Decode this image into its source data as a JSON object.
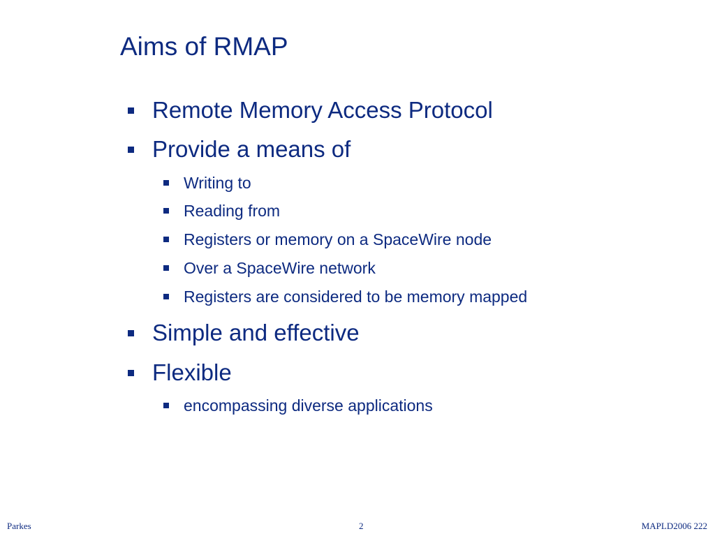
{
  "slide": {
    "title": "Aims of RMAP",
    "bullets": [
      {
        "level": 1,
        "text": "Remote Memory Access Protocol"
      },
      {
        "level": 1,
        "text": "Provide a means of"
      },
      {
        "level": 2,
        "text": "Writing to"
      },
      {
        "level": 2,
        "text": "Reading from"
      },
      {
        "level": 2,
        "text": "Registers or memory on a SpaceWire node"
      },
      {
        "level": 2,
        "text": "Over a SpaceWire network"
      },
      {
        "level": 2,
        "text": "Registers are considered to be memory mapped"
      },
      {
        "level": 1,
        "text": "Simple and effective"
      },
      {
        "level": 1,
        "text": "Flexible"
      },
      {
        "level": 2,
        "text": "encompassing diverse applications"
      }
    ]
  },
  "footer": {
    "author": "Parkes",
    "page_number": "2",
    "event": "MAPLD2006 222"
  },
  "colors": {
    "text": "#0d2a80",
    "background": "#ffffff"
  }
}
